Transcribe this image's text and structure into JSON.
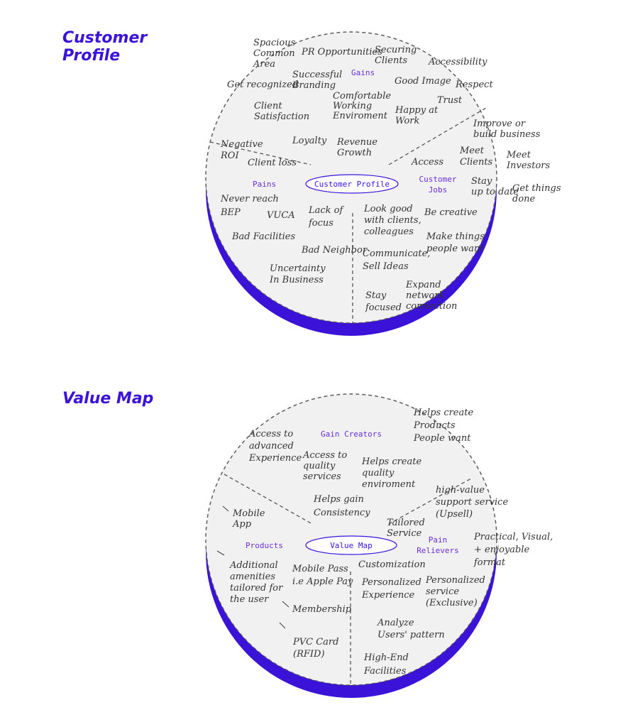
{
  "colors": {
    "accent": "#3b12d8",
    "label_purple": "#6a2ed6",
    "circle_fill": "#f1f1f1",
    "ink": "#333333"
  },
  "customer_profile": {
    "heading_line1": "Customer",
    "heading_line2": "Profile",
    "center_label": "Customer Profile",
    "section_gains": "Gains",
    "section_pains": "Pains",
    "section_jobs_line1": "Customer",
    "section_jobs_line2": "Jobs",
    "notes": {
      "spacious": [
        "Spacious",
        "Common",
        "Area"
      ],
      "pr": [
        "PR Opportunities"
      ],
      "securing": [
        "Securing",
        "Clients"
      ],
      "accessibility": [
        "Accessibility"
      ],
      "recognized": [
        "Get recognized"
      ],
      "branding": [
        "Successful",
        "Branding"
      ],
      "good_image": [
        "Good Image"
      ],
      "respect": [
        "Respect"
      ],
      "trust": [
        "Trust"
      ],
      "comfortable": [
        "Comfortable",
        "Working",
        "Enviroment"
      ],
      "satisfaction": [
        "Client",
        "Satisfaction"
      ],
      "happy": [
        "Happy at",
        "Work"
      ],
      "improve": [
        "Improve or",
        "build business"
      ],
      "negative_roi": [
        "Negative",
        "ROI"
      ],
      "loyalty": [
        "Loyalty"
      ],
      "revenue": [
        "Revenue",
        "Growth"
      ],
      "client_loss": [
        "Client loss"
      ],
      "access": [
        "Access"
      ],
      "meet_clients": [
        "Meet",
        "Clients"
      ],
      "meet_investors": [
        "Meet",
        "Investors"
      ],
      "stay_up": [
        "Stay",
        "up to date"
      ],
      "get_things": [
        "Get things",
        "done"
      ],
      "never_reach": [
        "Never reach",
        "BEP"
      ],
      "vuca": [
        "VUCA"
      ],
      "lack_focus": [
        "Lack of",
        "focus"
      ],
      "look_good": [
        "Look good",
        "with clients,",
        "colleagues"
      ],
      "creative": [
        "Be creative"
      ],
      "bad_facilities": [
        "Bad Facilities"
      ],
      "bad_neighbor": [
        "Bad Neighbor"
      ],
      "communicate": [
        "Communicate,",
        "Sell Ideas"
      ],
      "make_things": [
        "Make things",
        "people want"
      ],
      "uncertainty": [
        "Uncertainty",
        "In Business"
      ],
      "expand": [
        "Expand",
        "network",
        "connection"
      ],
      "stay_focused": [
        "Stay",
        "focused"
      ]
    }
  },
  "value_map": {
    "heading": "Value Map",
    "center_label": "Value Map",
    "section_gain_creators": "Gain Creators",
    "section_products": "Products",
    "section_relievers_line1": "Pain",
    "section_relievers_line2": "Relievers",
    "notes": {
      "helps_products": [
        "Helps create",
        "Products",
        "People want"
      ],
      "advanced": [
        "Access to",
        "advanced",
        "Experience"
      ],
      "quality_services": [
        "Access to",
        "quality",
        "services"
      ],
      "quality_env": [
        "Helps create",
        "quality",
        "enviroment"
      ],
      "high_value": [
        "high-value",
        "support service",
        "(Upsell)"
      ],
      "consistency": [
        "Helps gain",
        "Consistency"
      ],
      "mobile_app": [
        "Mobile",
        "App"
      ],
      "tailored_service": [
        "Tailored",
        "Service"
      ],
      "practical": [
        "Practical, Visual,",
        "+ enjoyable",
        "format"
      ],
      "additional": [
        "Additional",
        "amenities",
        "tailored for",
        "the user"
      ],
      "mobile_pass": [
        "Mobile Pass",
        "i.e Apple Pay"
      ],
      "customization": [
        "Customization"
      ],
      "personalized_exp": [
        "Personalized",
        "Experience"
      ],
      "personalized_service": [
        "Personalized",
        "service",
        "(Exclusive)"
      ],
      "membership": [
        "Membership"
      ],
      "analyze": [
        "Analyze",
        "Users' pattern"
      ],
      "pvc": [
        "PVC Card",
        "(RFID)"
      ],
      "high_end": [
        "High-End",
        "Facilities"
      ]
    }
  }
}
